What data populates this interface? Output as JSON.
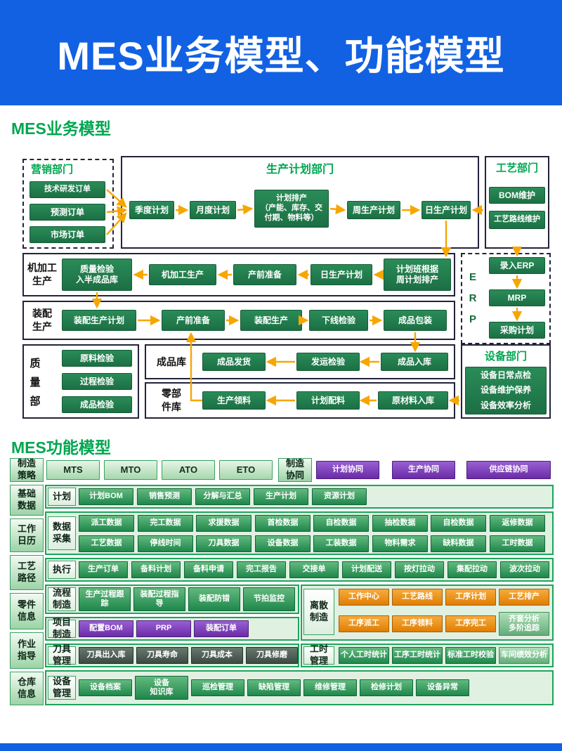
{
  "banner": {
    "title": "MES业务模型、功能模型"
  },
  "sections": {
    "business": "MES业务模型",
    "function": "MES功能模型"
  },
  "colors": {
    "banner_blue": "#1261e3",
    "title_green": "#00a650",
    "node_green": "#1f7b4c",
    "arrow_orange": "#f7a600",
    "purple": "#7b3cb8",
    "orange": "#ef9b13",
    "dark_cell": "#3c4a43"
  },
  "biz": {
    "marketing": {
      "title": "营销部门",
      "items": [
        "技术研发订单",
        "预测订单",
        "市场订单"
      ]
    },
    "planning": {
      "title": "生产计划部门",
      "items": [
        "季度计划",
        "月度计划",
        "计划排产\n（产能、库存、交\n付期、物料等）",
        "周生产计划",
        "日生产计划"
      ]
    },
    "process": {
      "title": "工艺部门",
      "items": [
        "BOM维护",
        "工艺路线维护"
      ]
    },
    "machining": {
      "label": "机加工\n生产",
      "items": [
        "质量检验\n入半成品库",
        "机加工生产",
        "产前准备",
        "日生产计划",
        "计划班根据\n周计划排产"
      ]
    },
    "erp": {
      "label": "E\nR\nP",
      "items": [
        "录入ERP",
        "MRP",
        "采购计划"
      ]
    },
    "assembly": {
      "label": "装配\n生产",
      "items": [
        "装配生产计划",
        "产前准备",
        "装配生产",
        "下线检验",
        "成品包装"
      ]
    },
    "quality": {
      "label": "质\n量\n部",
      "items": [
        "原料检验",
        "过程检验",
        "成品检验"
      ]
    },
    "fg_store": {
      "label": "成品库",
      "items": [
        "成品发货",
        "发运检验",
        "成品入库"
      ]
    },
    "parts_store": {
      "label": "零部\n件库",
      "items": [
        "生产领料",
        "计划配料",
        "原材料入库"
      ]
    },
    "equipment": {
      "title": "设备部门",
      "items": [
        "设备日常点检",
        "设备维护保养",
        "设备效率分析"
      ]
    }
  },
  "func": {
    "strategy": {
      "label": "制造\n策略",
      "items": [
        "MTS",
        "MTO",
        "ATO",
        "ETO"
      ]
    },
    "collab": {
      "label": "制造\n协同",
      "items": [
        "计划协同",
        "生产协同",
        "供应链协同"
      ]
    },
    "sidebar": [
      "基础\n数据",
      "工作\n日历",
      "工艺\n路径",
      "零件\n信息",
      "作业\n指导",
      "仓库\n信息"
    ],
    "plan": {
      "label": "计划",
      "items": [
        "计划BOM",
        "销售预测",
        "分解与汇总",
        "生产计划",
        "资源计划"
      ]
    },
    "collect": {
      "label": "数据\n采集",
      "row1": [
        "派工数据",
        "完工数据",
        "求援数据",
        "首检数据",
        "自检数据",
        "抽检数据",
        "自检数据",
        "返修数据"
      ],
      "row2": [
        "工艺数据",
        "停线时间",
        "刀具数据",
        "设备数据",
        "工装数据",
        "物料需求",
        "缺料数据",
        "工时数据"
      ]
    },
    "exec": {
      "label": "执行",
      "items": [
        "生产订单",
        "备料计划",
        "备料申请",
        "完工报告",
        "交接单",
        "计划配送",
        "按灯拉动",
        "集配拉动",
        "波次拉动"
      ]
    },
    "flow_mfg": {
      "label": "流程\n制造",
      "items": [
        "生产过程跟\n踪",
        "装配过程指\n导",
        "装配防错",
        "节拍监控"
      ]
    },
    "proj_mfg": {
      "label": "项目\n制造",
      "items": [
        "配置BOM",
        "PRP",
        "装配订单"
      ]
    },
    "disc_mfg": {
      "label": "离散\n制造",
      "row1": [
        "工作中心",
        "工艺路线",
        "工序计划",
        "工艺排产"
      ],
      "row2": [
        "工序派工",
        "工序领料",
        "工序完工",
        "齐套分析\n多阶追踪"
      ]
    },
    "tool": {
      "label": "刀具\n管理",
      "items": [
        "刀具出入库",
        "刀具寿命",
        "刀具成本",
        "刀具修磨"
      ]
    },
    "hours": {
      "label": "工时\n管理",
      "items": [
        "个人工时统计",
        "工序工时统计",
        "标准工时校验",
        "车间绩效分析"
      ]
    },
    "equip": {
      "label": "设备\n管理",
      "items": [
        "设备档案",
        "设备\n知识库",
        "巡检管理",
        "缺陷管理",
        "维修管理",
        "检修计划",
        "设备异常"
      ]
    }
  }
}
